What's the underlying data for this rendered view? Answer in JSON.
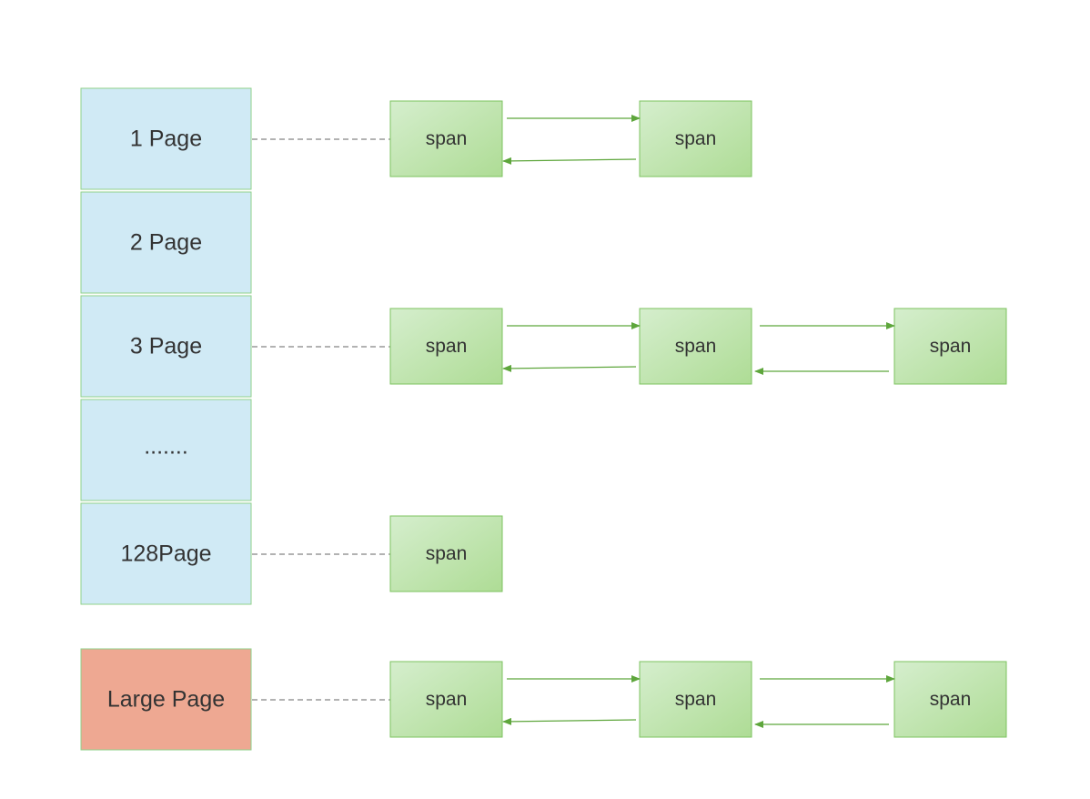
{
  "colors": {
    "page_fill": "#d0eaf5",
    "page_stroke": "#8fd18a",
    "large_fill": "#eea892",
    "span_fill_top": "#d5eecd",
    "span_fill_bottom": "#aedc95",
    "span_stroke": "#7cc35f",
    "arrow": "#5ea63c",
    "dash": "#999999",
    "text": "#333333"
  },
  "pages": [
    {
      "label": "1 Page",
      "spans": [
        "span",
        "span"
      ]
    },
    {
      "label": "2 Page",
      "spans": []
    },
    {
      "label": "3 Page",
      "spans": [
        "span",
        "span",
        "span"
      ]
    },
    {
      "label": ".......",
      "spans": []
    },
    {
      "label": "128Page",
      "spans": [
        "span"
      ]
    }
  ],
  "large_page": {
    "label": "Large Page",
    "spans": [
      "span",
      "span",
      "span"
    ]
  }
}
